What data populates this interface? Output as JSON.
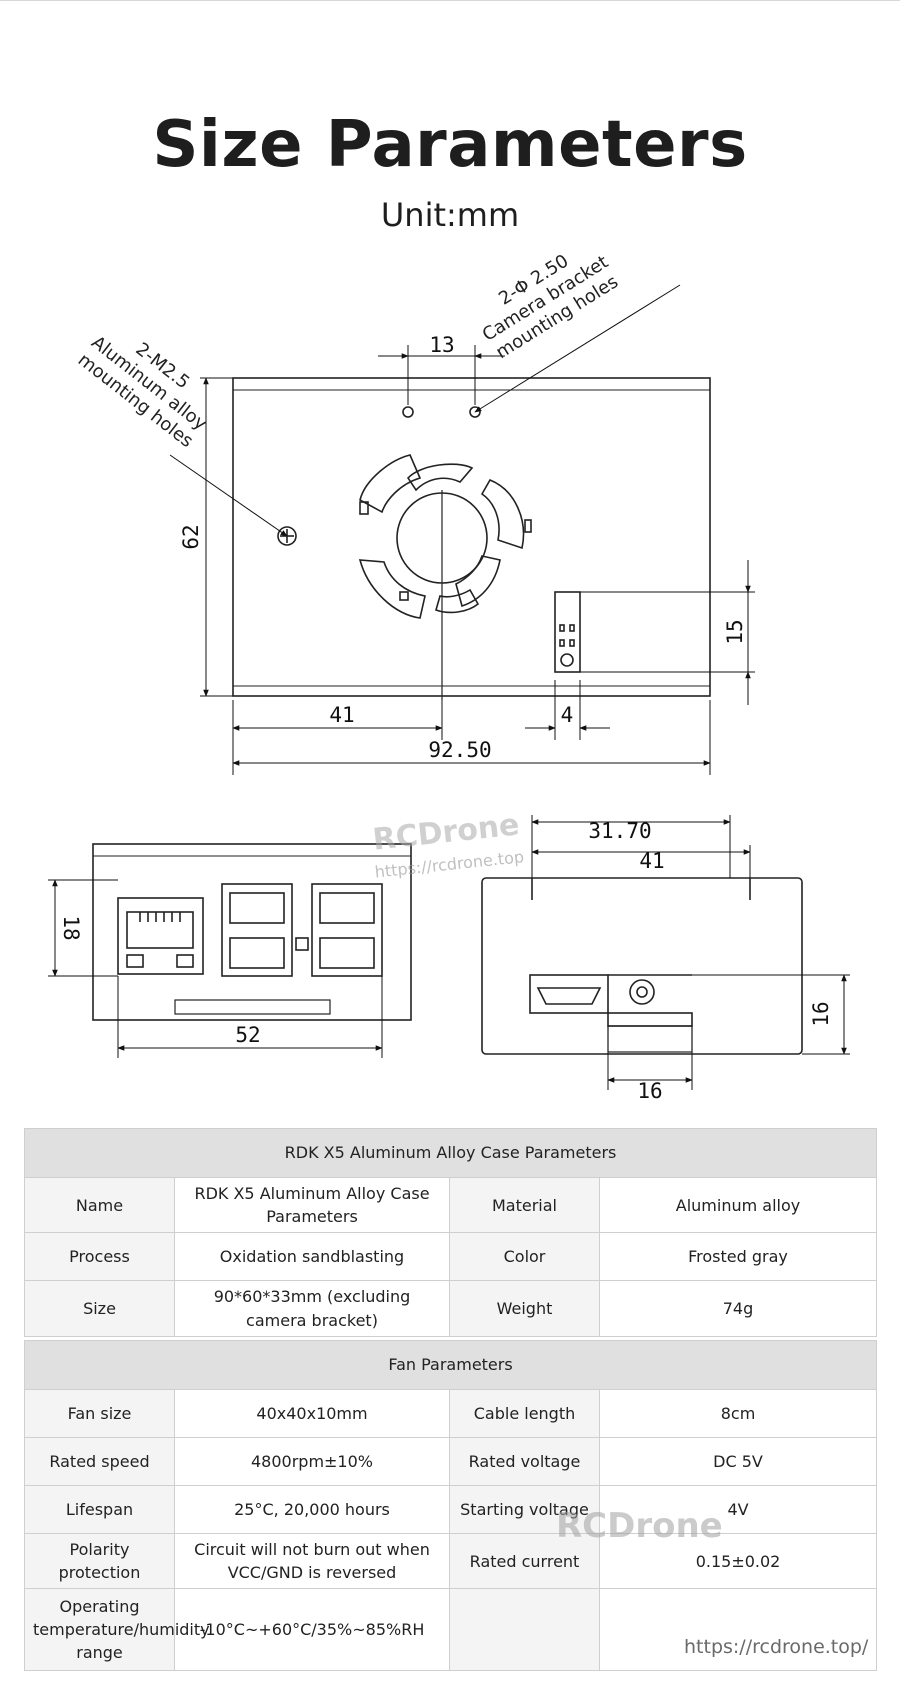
{
  "page": {
    "title": "Size Parameters",
    "unit": "Unit:mm"
  },
  "drawing": {
    "dims": {
      "top_width": "92.50",
      "top_height": "62",
      "hole_spacing": "13",
      "fan_offset": "41",
      "bracket_width": "4",
      "bracket_height": "15",
      "front_height": "18",
      "front_width": "52",
      "side_a": "31.70",
      "side_b": "41",
      "side_height": "16",
      "side_bracket": "16"
    },
    "annotations": {
      "camera_l1": "2-Φ 2.50",
      "camera_l2": "Camera bracket",
      "camera_l3": "mounting holes",
      "alloy_l1": "2-M2.5",
      "alloy_l2": "Aluminum alloy",
      "alloy_l3": "mounting holes"
    },
    "watermark_brand": "RCDrone",
    "watermark_url": "https://rcdrone.top"
  },
  "case_table": {
    "title": "RDK X5 Aluminum Alloy Case Parameters",
    "rows": [
      [
        "Name",
        "RDK X5 Aluminum Alloy Case Parameters",
        "Material",
        "Aluminum alloy"
      ],
      [
        "Process",
        "Oxidation sandblasting",
        "Color",
        "Frosted gray"
      ],
      [
        "Size",
        "90*60*33mm (excluding camera bracket)",
        "Weight",
        "74g"
      ]
    ]
  },
  "fan_table": {
    "title": "Fan Parameters",
    "rows": [
      [
        "Fan size",
        "40x40x10mm",
        "Cable length",
        "8cm"
      ],
      [
        "Rated speed",
        "4800rpm±10%",
        "Rated voltage",
        "DC 5V"
      ],
      [
        "Lifespan",
        "25°C, 20,000 hours",
        "Starting voltage",
        "4V"
      ],
      [
        "Polarity protection",
        "Circuit will not burn out when VCC/GND is reversed",
        "Rated current",
        "0.15±0.02"
      ],
      [
        "Operating temperature/humidity range",
        "-10°C~+60°C/35%~85%RH",
        "",
        ""
      ]
    ]
  },
  "watermarks": {
    "brand": "RCDrone",
    "url": "https://rcdrone.top/"
  }
}
